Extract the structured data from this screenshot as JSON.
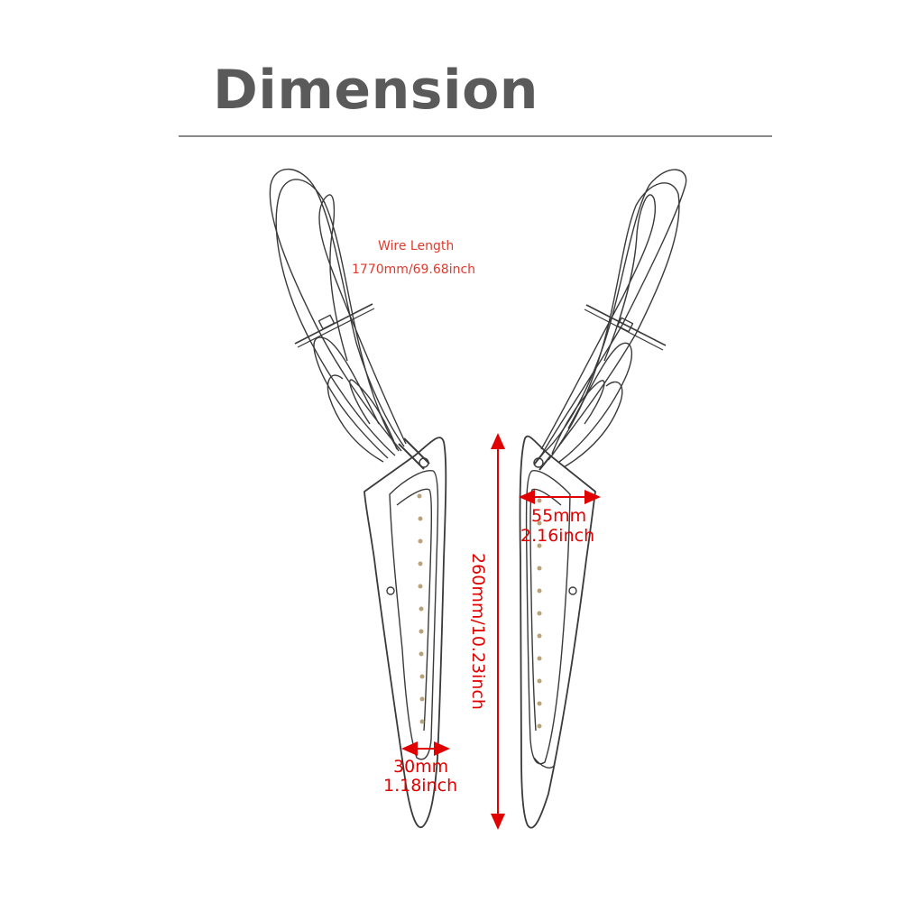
{
  "title": "Dimension",
  "wire_length": {
    "label": "Wire Length",
    "value": "1770mm/69.68inch"
  },
  "dimensions": {
    "width_top": {
      "mm": "55mm",
      "inch": "2.16inch"
    },
    "width_bottom": {
      "mm": "30mm",
      "inch": "1.18inch"
    },
    "length": "260mm/10.23inch"
  },
  "colors": {
    "title": "#5a5a5a",
    "dimension": "#e00000",
    "wire_label": "#e03a2e",
    "line_art": "#3a3a3a"
  }
}
